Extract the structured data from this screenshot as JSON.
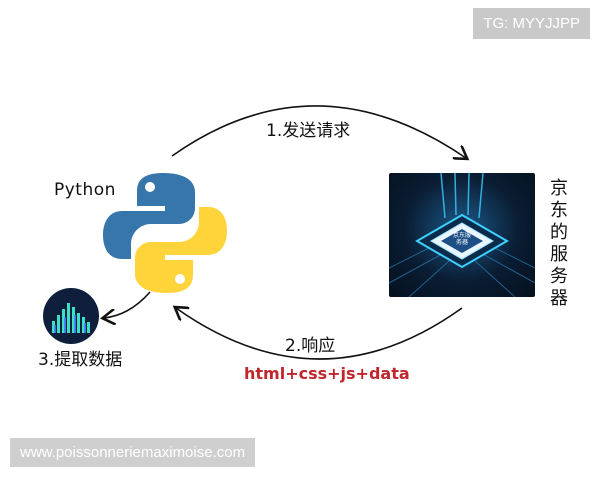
{
  "badge": {
    "text": "TG: MYYJJPP"
  },
  "watermark": {
    "text": "www.poissonneriemaximoise.com"
  },
  "diagram": {
    "python_label": "Python",
    "step1_label": "1.发送请求",
    "step2_label": "2.响应",
    "response_content": "html+css+js+data",
    "step3_label": "3.提取数据",
    "server_label": "京东的服务器",
    "chip_text": "京东服务器",
    "icons": {
      "python": "python-logo-icon",
      "server": "server-chip-icon",
      "data": "data-chart-icon"
    },
    "colors": {
      "python_blue": "#3776ab",
      "python_yellow": "#ffd43b",
      "tech_red": "#c0262c",
      "chip_cyan": "#3fd0ff"
    }
  }
}
